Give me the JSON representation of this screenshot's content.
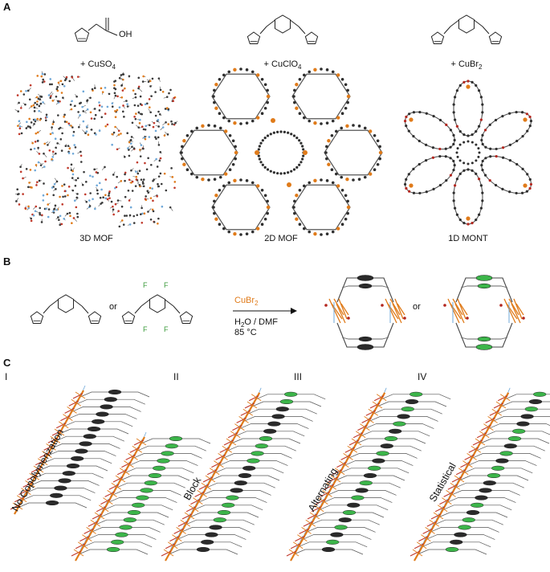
{
  "panels": {
    "a": "A",
    "b": "B",
    "c": "C"
  },
  "section_a": {
    "reagents": [
      "+ CuSO",
      "+ CuClO",
      "+ CuBr"
    ],
    "reagent_subs": [
      "4",
      "4",
      "2"
    ],
    "oh_label": "OH",
    "structures": [
      "3D MOF",
      "2D MOF",
      "1D MONT"
    ]
  },
  "section_b": {
    "or_label": "or",
    "fluorine_label": "F",
    "reagent": "CuBr",
    "reagent_sub": "2",
    "solvent_pre": "H",
    "solvent_sub": "2",
    "solvent_post": "O / DMF",
    "temperature": "85 °C",
    "or_products": "or"
  },
  "section_c": {
    "numerals": [
      "I",
      "II",
      "III",
      "IV"
    ],
    "captions": [
      "No Copolymerization",
      "Block",
      "Alternating",
      "Statistical"
    ]
  },
  "colors": {
    "copper": "#e07b1a",
    "bromine": "#b3261e",
    "nitrogen": "#6fa8d8",
    "carbon": "#333333",
    "fluoro_ring": "#3cb54a",
    "plain_ring": "#2a2a2a"
  }
}
